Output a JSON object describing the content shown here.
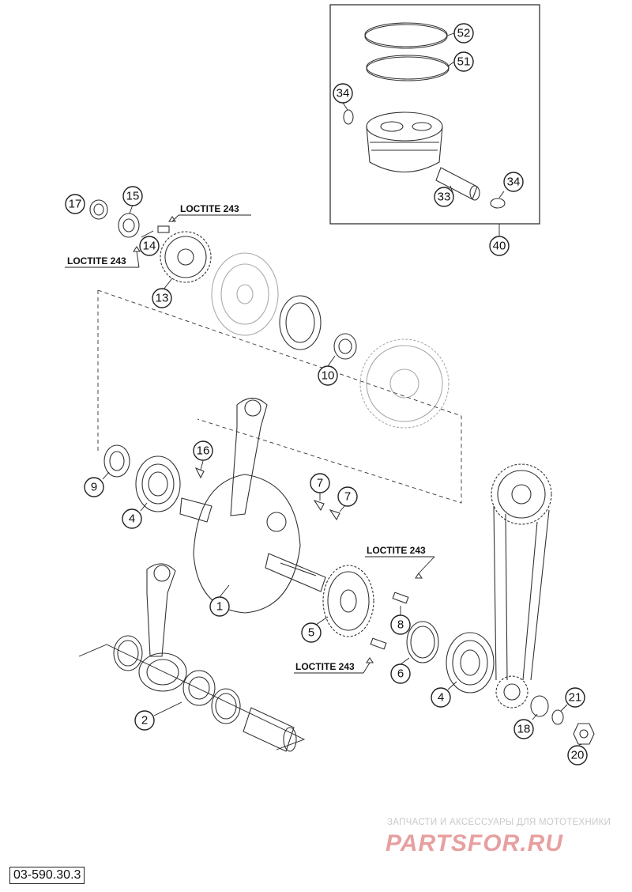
{
  "diagram": {
    "code": "03-590.30.3",
    "watermark": {
      "caption": "ЗАПЧАСТИ И АКСЕССУАРЫ ДЛЯ МОТОТЕХНИКИ",
      "logo": "PARTSFOR.RU"
    },
    "notes": {
      "loctite": "LOCTITE 243"
    },
    "callouts": [
      "1",
      "2",
      "4",
      "4",
      "5",
      "6",
      "7",
      "7",
      "8",
      "9",
      "10",
      "13",
      "14",
      "15",
      "16",
      "17",
      "18",
      "20",
      "21",
      "33",
      "34",
      "34",
      "40",
      "51",
      "52"
    ]
  }
}
